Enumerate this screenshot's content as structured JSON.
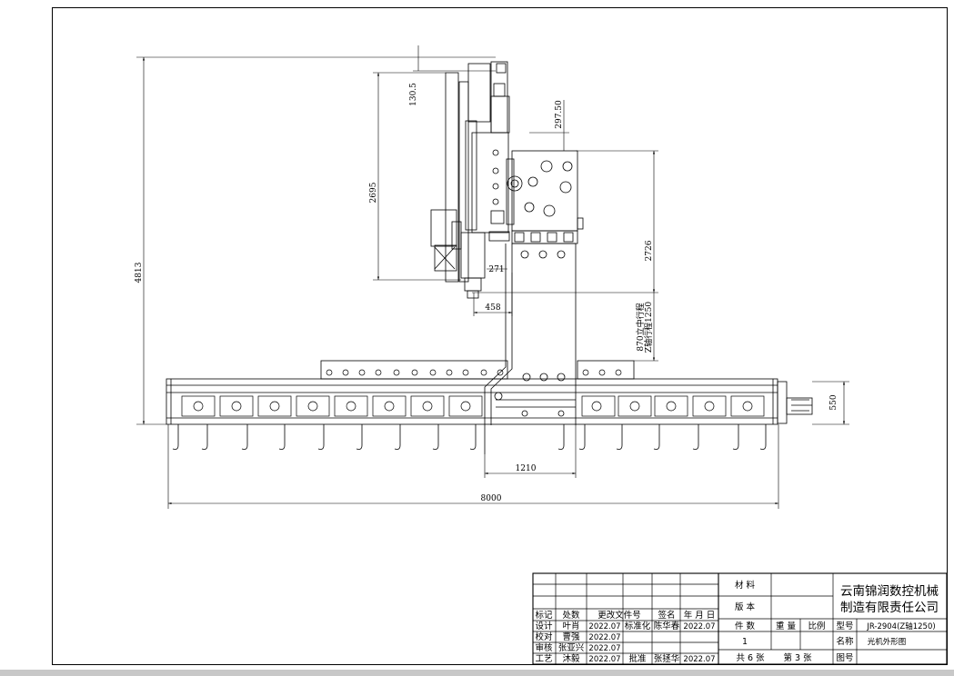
{
  "dimensions": {
    "overall_height": "4813",
    "top_offset": "130.5",
    "ram_height": "2695",
    "ram_offset": "297.50",
    "carriage_height": "2726",
    "spindle_offset": "271",
    "spindle_width": "458",
    "stroke_note_line1": "870立中行程",
    "stroke_note_line2": "Z轴行程1250",
    "bed_height": "550",
    "column_width": "1210",
    "overall_length": "8000"
  },
  "title_block": {
    "headers": {
      "mark": "标记",
      "zones": "处数",
      "change_doc": "更改文件号",
      "signature": "签名",
      "date": "年 月 日"
    },
    "rows": [
      {
        "role": "设计",
        "name": "叶肖",
        "date": "2022.07",
        "role2": "标准化",
        "name2": "陈华春",
        "date2": "2022.07"
      },
      {
        "role": "校对",
        "name": "曹强",
        "date": "2022.07",
        "role2": "",
        "name2": "",
        "date2": ""
      },
      {
        "role": "审核",
        "name": "张亚兴",
        "date": "2022.07",
        "role2": "",
        "name2": "",
        "date2": ""
      },
      {
        "role": "工艺",
        "name": "沐毅",
        "date": "2022.07",
        "role2": "批准",
        "name2": "张拯华",
        "date2": "2022.07"
      }
    ],
    "material_label": "材 料",
    "version_label": "版 本",
    "quantity_label": "件 数",
    "weight_label": "重 量",
    "scale_label": "比例",
    "quantity_value": "1",
    "sheets_total": "共 6 张",
    "sheet_number": "第 3 张",
    "company_line1": "云南锦润数控机械",
    "company_line2": "制造有限责任公司",
    "model_label": "型号",
    "model_value": "JR-2904(Z轴1250)",
    "name_label": "名称",
    "name_value": "光机外形图",
    "drawing_no_label": "图号"
  }
}
